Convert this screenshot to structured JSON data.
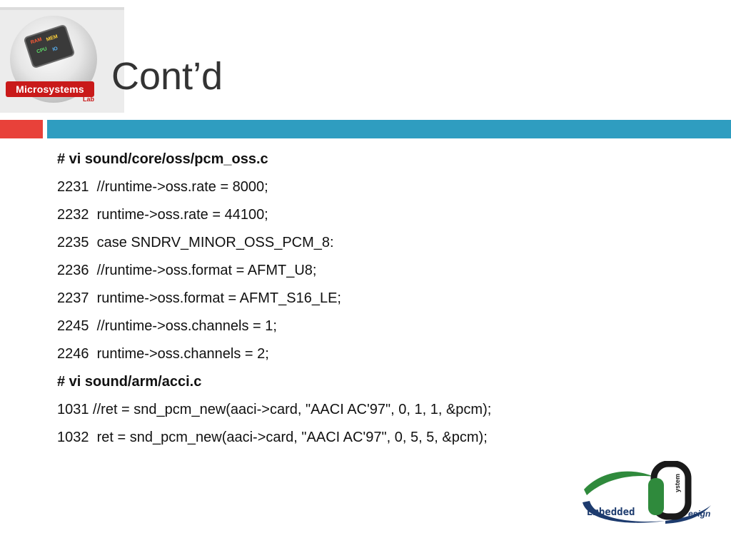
{
  "header": {
    "title": "Cont’d",
    "lab_logo_text": "Microsystems",
    "lab_logo_sub": "Lab",
    "chip_labels": [
      "RAM",
      "MEM",
      "CPU",
      "IO"
    ]
  },
  "content": {
    "lines": [
      {
        "text": "# vi sound/core/oss/pcm_oss.c",
        "bold": true
      },
      {
        "text": "2231  //runtime->oss.rate = 8000;",
        "bold": false
      },
      {
        "text": "2232  runtime->oss.rate = 44100;",
        "bold": false
      },
      {
        "text": "2235  case SNDRV_MINOR_OSS_PCM_8:",
        "bold": false
      },
      {
        "text": "2236  //runtime->oss.format = AFMT_U8;",
        "bold": false
      },
      {
        "text": "2237  runtime->oss.format = AFMT_S16_LE;",
        "bold": false
      },
      {
        "text": "2245  //runtime->oss.channels = 1;",
        "bold": false
      },
      {
        "text": "2246  runtime->oss.channels = 2;",
        "bold": false
      },
      {
        "text": "# vi sound/arm/acci.c",
        "bold": true
      },
      {
        "text": "1031 //ret = snd_pcm_new(aaci->card, \"AACI AC'97\", 0, 1, 1, &pcm);",
        "bold": false
      },
      {
        "text": "1032  ret = snd_pcm_new(aaci->card, \"AACI AC'97\", 0, 5, 5, &pcm);",
        "bold": false
      }
    ]
  },
  "footer_logo": {
    "text_left": "Embedded",
    "text_mid": "ystem",
    "text_right": "esign"
  },
  "colors": {
    "accent_red": "#e8413a",
    "accent_blue": "#2f9dc0",
    "logo_red": "#c91a1a",
    "logo_green": "#2f8a3c",
    "logo_navy": "#1d3b6e"
  }
}
